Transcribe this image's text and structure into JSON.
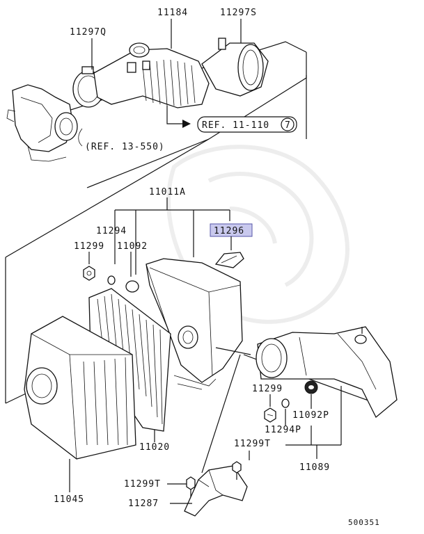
{
  "callouts": {
    "p11184": "11184",
    "p11297S": "11297S",
    "p11297Q": "11297Q",
    "p11011A": "11011A",
    "p11294": "11294",
    "p11296": "11296",
    "p11299_left": "11299",
    "p11092": "11092",
    "p11020": "11020",
    "p11045": "11045",
    "p11299_right": "11299",
    "p11092P": "11092P",
    "p11294P": "11294P",
    "p11089": "11089",
    "p11299T_upper": "11299T",
    "p11299T_lower": "11299T",
    "p11287": "11287"
  },
  "references": {
    "ref_1": "REF. 11-110",
    "ref_1_circle": "7",
    "ref_2": "(REF. 13-550)"
  },
  "diagram_id": "500351",
  "highlight_color": "#c9c9ee"
}
